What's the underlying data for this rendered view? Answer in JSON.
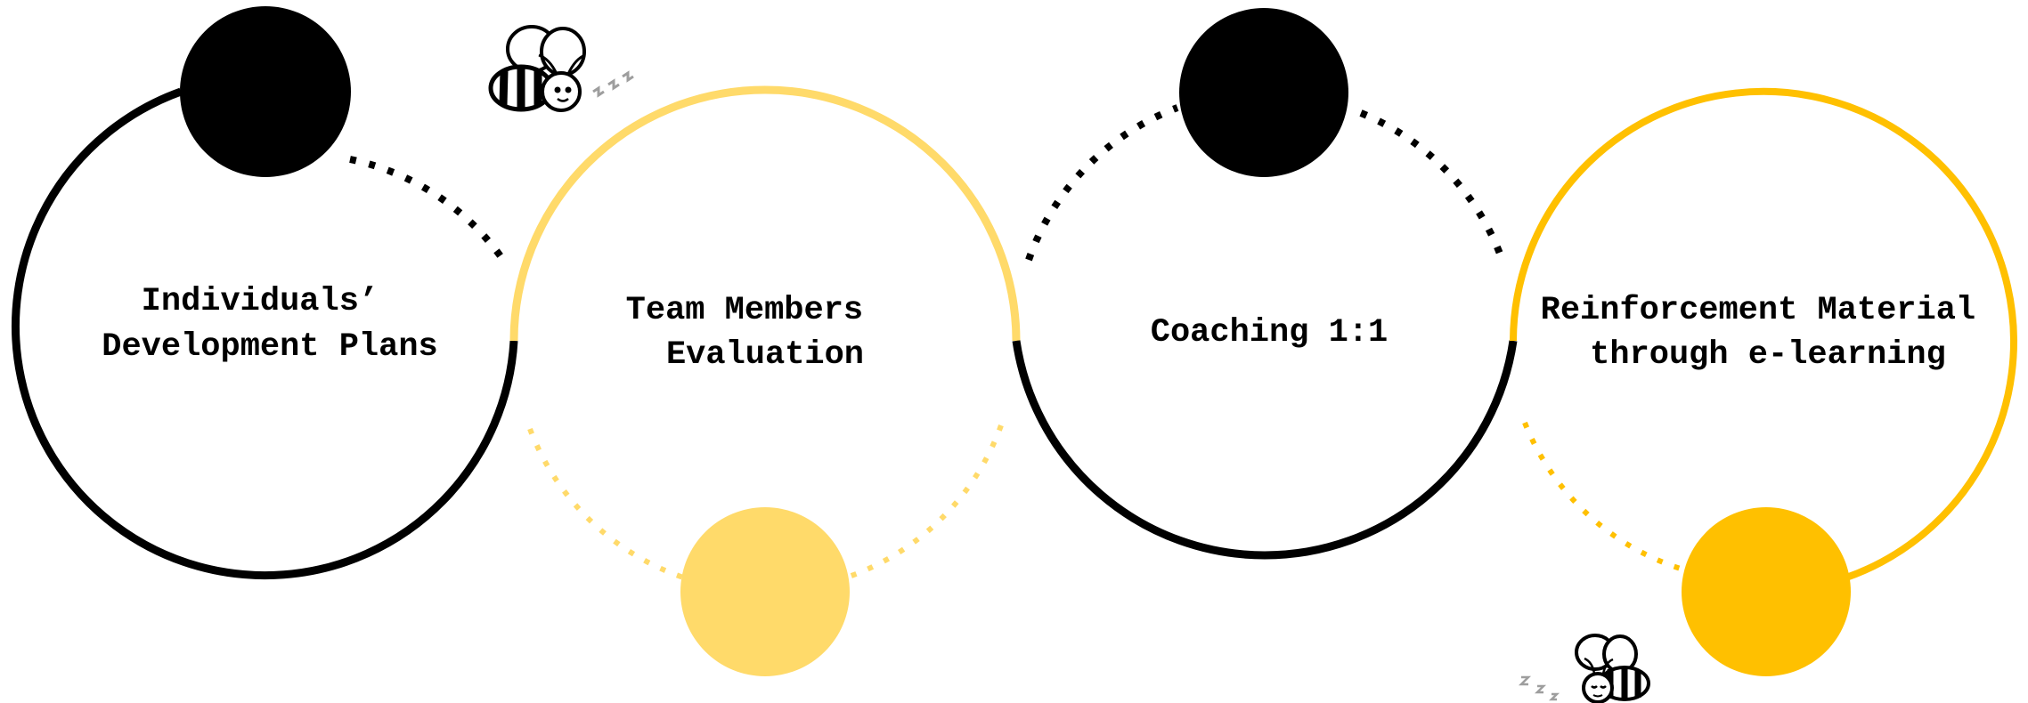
{
  "colors": {
    "black": "#000000",
    "light_yellow": "#FFDA6A",
    "gold": "#FFC000",
    "bee_zzz": "#9E9E9E"
  },
  "steps": [
    {
      "line1": "Individuals’",
      "line2": "Development Plans",
      "ring_color": "#000000",
      "dot_color": "#000000"
    },
    {
      "line1": "Team Members",
      "line2": "Evaluation",
      "ring_color": "#FFDA6A",
      "dot_color": "#FFDA6A"
    },
    {
      "line1": "Coaching 1:1",
      "line2": "",
      "ring_color": "#000000",
      "dot_color": "#000000"
    },
    {
      "line1": "Reinforcement Material",
      "line2": "through e-learning",
      "ring_color": "#FFC000",
      "dot_color": "#FFC000"
    }
  ],
  "icons": [
    "bee-icon",
    "sleeping-bee-icon"
  ]
}
